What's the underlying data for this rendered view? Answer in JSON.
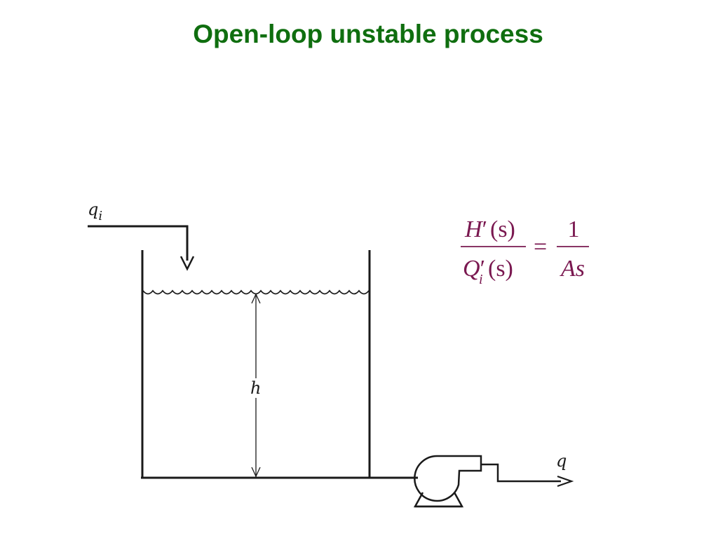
{
  "slide": {
    "title": "Open-loop unstable process"
  },
  "diagram": {
    "inflow_label": {
      "base": "q",
      "sub": "i"
    },
    "level_label": "h",
    "outflow_label": "q"
  },
  "equation": {
    "lhs_num": {
      "var": "H",
      "prime": "′",
      "arg": "(s)"
    },
    "lhs_den": {
      "var": "Q",
      "sub": "i",
      "prime": "′",
      "arg": "(s)"
    },
    "equals": "=",
    "rhs_num": "1",
    "rhs_den": "As"
  },
  "colors": {
    "title": "#0f6e0f",
    "equation": "#7a1850",
    "lines": "#1a1a1a"
  }
}
